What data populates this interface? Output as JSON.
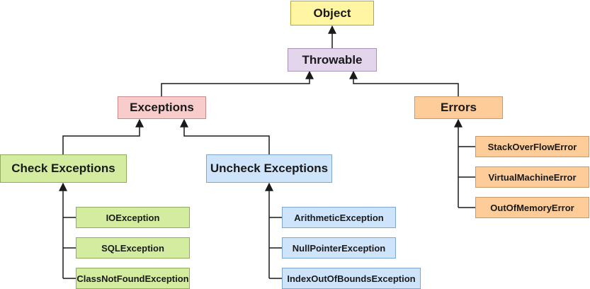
{
  "colors": {
    "object": "#fff5a3",
    "throwable": "#e3d5ec",
    "exceptions": "#f9cccc",
    "errors": "#fdcc99",
    "checked": "#d3ec9f",
    "unchecked": "#cde4fb",
    "line": "#1a1a1a"
  },
  "nodes": {
    "object": "Object",
    "throwable": "Throwable",
    "exceptions": "Exceptions",
    "errors": "Errors",
    "check_exceptions": "Check Exceptions",
    "uncheck_exceptions": "Uncheck Exceptions"
  },
  "checked_items": [
    "IOException",
    "SQLException",
    "ClassNotFoundException"
  ],
  "unchecked_items": [
    "ArithmeticException",
    "NullPointerException",
    "IndexOutOfBoundsException"
  ],
  "error_items": [
    "StackOverFlowError",
    "VirtualMachineError",
    "OutOfMemoryError"
  ]
}
